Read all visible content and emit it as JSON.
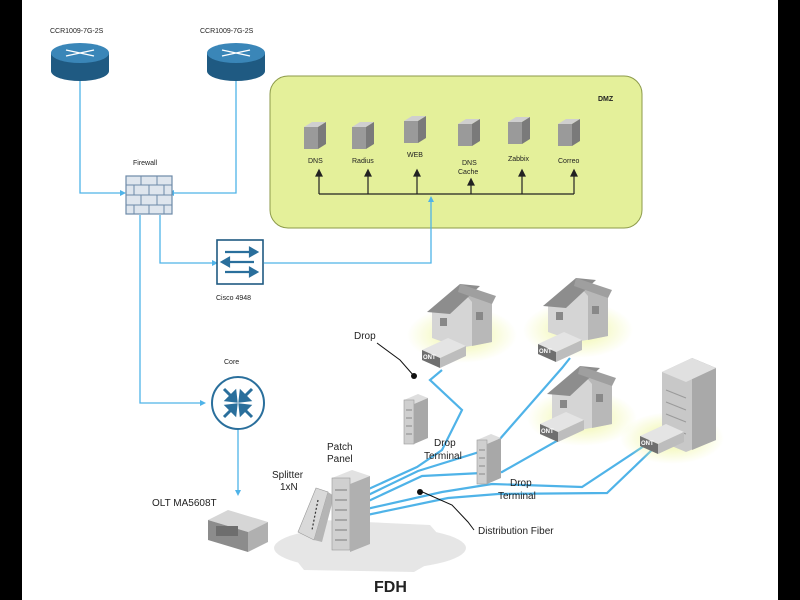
{
  "routers": [
    {
      "label": "CCR1009-7G-2S"
    },
    {
      "label": "CCR1009-7G-2S"
    }
  ],
  "firewall": {
    "label": "Firewall"
  },
  "dmz": {
    "title": "DMZ",
    "servers": [
      {
        "label": "DNS"
      },
      {
        "label": "Radius"
      },
      {
        "label": "WEB"
      },
      {
        "label": "DNS",
        "label2": "Cache"
      },
      {
        "label": "Zabbix"
      },
      {
        "label": "Correo"
      }
    ]
  },
  "switch": {
    "label": "Cisco 4948"
  },
  "core": {
    "label": "Core"
  },
  "olt": {
    "label": "OLT MA5608T"
  },
  "splitter": {
    "label": "Splitter",
    "label2": "1xN"
  },
  "patch_panel": {
    "label": "Patch",
    "label2": "Panel"
  },
  "fdh": {
    "label": "FDH"
  },
  "drop": {
    "label": "Drop"
  },
  "drop_terminals": [
    {
      "label": "Drop",
      "label2": "Terminal"
    },
    {
      "label": "Drop",
      "label2": "Terminal"
    }
  ],
  "distribution_fiber": {
    "label": "Distribution Fiber"
  },
  "ont_label": "ONT",
  "colors": {
    "link": "#4fb3e8",
    "dmz_fill": "#e4f09a",
    "dmz_stroke": "#8c9a4a",
    "router": "#2a6f9c",
    "core": "#2a6f9c"
  }
}
